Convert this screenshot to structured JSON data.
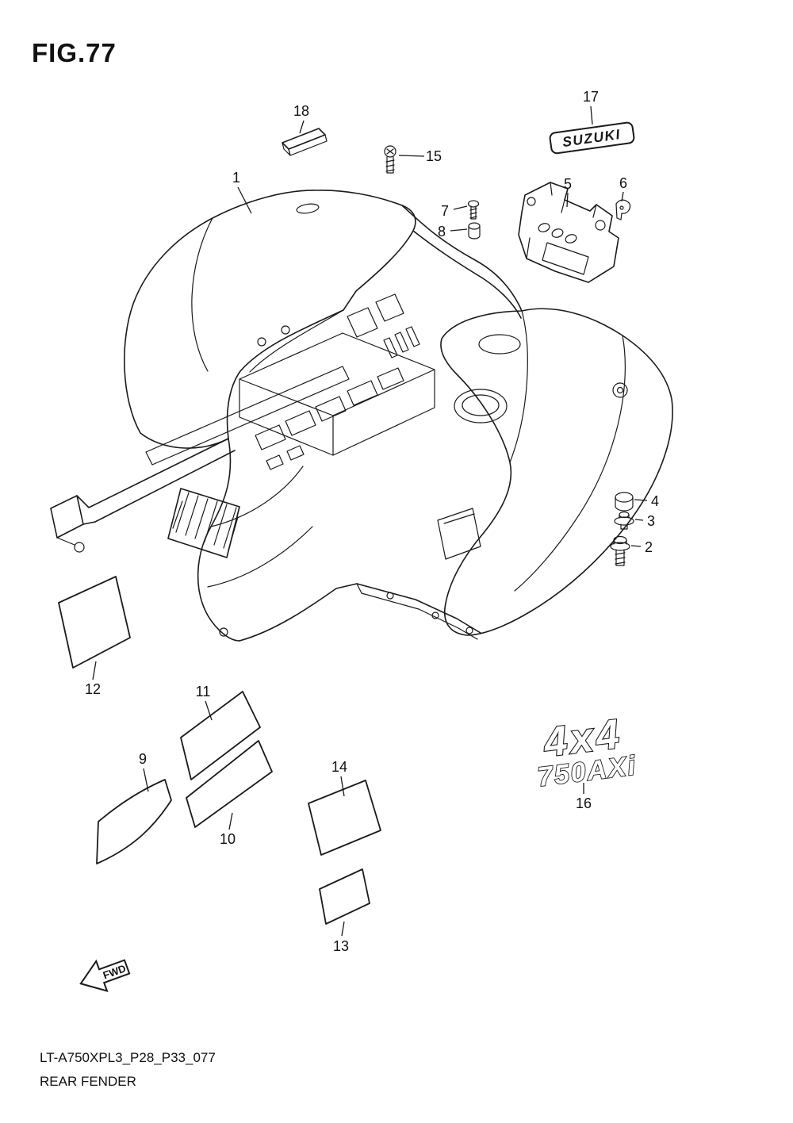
{
  "page": {
    "figure_title": "FIG.77",
    "footer_code": "LT-A750XPL3_P28_P33_077",
    "footer_caption": "REAR FENDER",
    "fwd_label": "FWD"
  },
  "decals": {
    "suzuki": "SUZUKI",
    "badge_top": "4x4",
    "badge_bottom": "750AXi"
  },
  "callouts": [
    {
      "number": "1"
    },
    {
      "number": "2"
    },
    {
      "number": "3"
    },
    {
      "number": "4"
    },
    {
      "number": "5"
    },
    {
      "number": "6"
    },
    {
      "number": "7"
    },
    {
      "number": "8"
    },
    {
      "number": "9"
    },
    {
      "number": "10"
    },
    {
      "number": "11"
    },
    {
      "number": "12"
    },
    {
      "number": "13"
    },
    {
      "number": "14"
    },
    {
      "number": "15"
    },
    {
      "number": "16"
    },
    {
      "number": "17"
    },
    {
      "number": "18"
    }
  ],
  "colors": {
    "line": "#1a1a1a",
    "background": "#ffffff"
  }
}
